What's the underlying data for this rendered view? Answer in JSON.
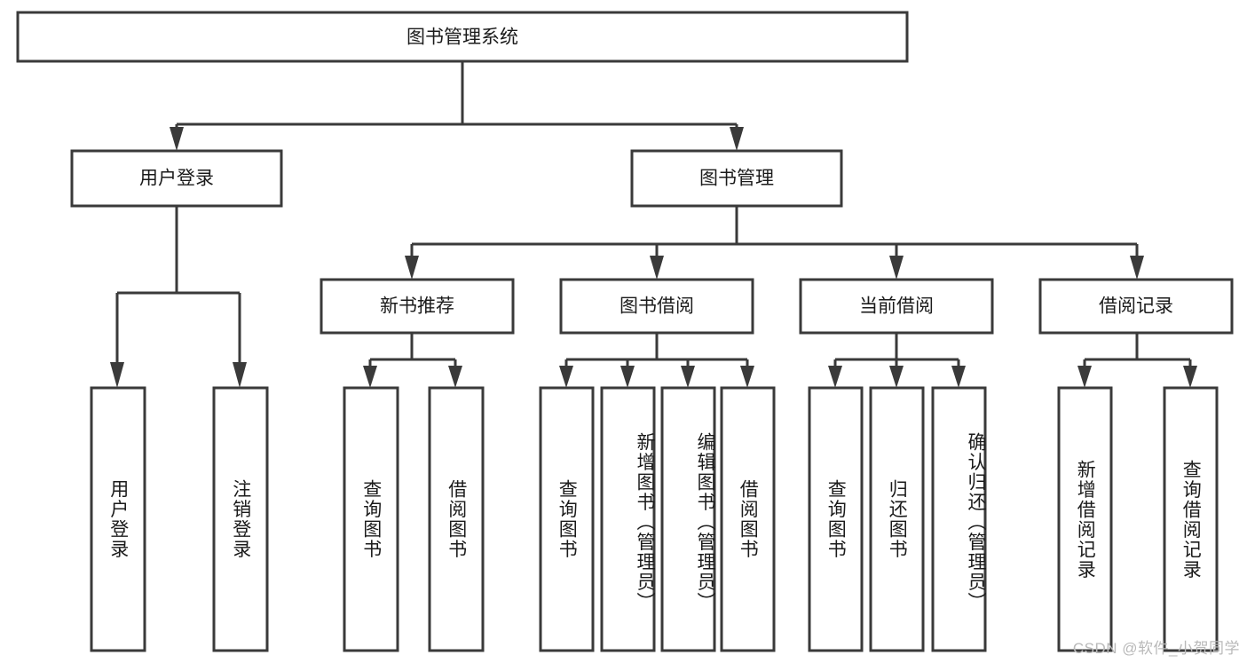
{
  "diagram": {
    "title": "图书管理系统",
    "type": "hierarchy-tree",
    "root": {
      "id": "root",
      "label": "图书管理系统",
      "orientation": "horizontal"
    },
    "level2": [
      {
        "id": "user-login",
        "label": "用户登录",
        "orientation": "horizontal"
      },
      {
        "id": "book-management",
        "label": "图书管理",
        "orientation": "horizontal"
      }
    ],
    "level3": [
      {
        "id": "new-book-recommend",
        "label": "新书推荐",
        "orientation": "horizontal",
        "parent": "book-management"
      },
      {
        "id": "book-borrow",
        "label": "图书借阅",
        "orientation": "horizontal",
        "parent": "book-management"
      },
      {
        "id": "current-borrow",
        "label": "当前借阅",
        "orientation": "horizontal",
        "parent": "book-management"
      },
      {
        "id": "borrow-record",
        "label": "借阅记录",
        "orientation": "horizontal",
        "parent": "book-management"
      }
    ],
    "leaves": [
      {
        "id": "leaf-user-login",
        "label": "用户登录",
        "orientation": "vertical",
        "parent": "user-login"
      },
      {
        "id": "leaf-user-logout",
        "label": "注销登录",
        "orientation": "vertical",
        "parent": "user-login"
      },
      {
        "id": "leaf-query-book-1",
        "label": "查询图书",
        "orientation": "vertical",
        "parent": "new-book-recommend"
      },
      {
        "id": "leaf-borrow-book-1",
        "label": "借阅图书",
        "orientation": "vertical",
        "parent": "new-book-recommend"
      },
      {
        "id": "leaf-query-book-2",
        "label": "查询图书",
        "orientation": "vertical",
        "parent": "book-borrow"
      },
      {
        "id": "leaf-add-book",
        "label": "新增图书（管理员）",
        "orientation": "vertical",
        "parent": "book-borrow"
      },
      {
        "id": "leaf-edit-book",
        "label": "编辑图书（管理员）",
        "orientation": "vertical",
        "parent": "book-borrow"
      },
      {
        "id": "leaf-borrow-book-2",
        "label": "借阅图书",
        "orientation": "vertical",
        "parent": "book-borrow"
      },
      {
        "id": "leaf-query-book-3",
        "label": "查询图书",
        "orientation": "vertical",
        "parent": "current-borrow"
      },
      {
        "id": "leaf-return-book",
        "label": "归还图书",
        "orientation": "vertical",
        "parent": "current-borrow"
      },
      {
        "id": "leaf-confirm-return",
        "label": "确认归还（管理员）",
        "orientation": "vertical",
        "parent": "current-borrow"
      },
      {
        "id": "leaf-add-record",
        "label": "新增借阅记录",
        "orientation": "vertical",
        "parent": "borrow-record"
      },
      {
        "id": "leaf-query-record",
        "label": "查询借阅记录",
        "orientation": "vertical",
        "parent": "borrow-record"
      }
    ],
    "colors": {
      "stroke": "#3a3a3a",
      "fill": "#ffffff",
      "text": "#1b1b1b",
      "background": "#ffffff",
      "watermark": "#b9b9b9"
    }
  },
  "watermark": {
    "text": "CSDN @软件_小贺同学"
  }
}
